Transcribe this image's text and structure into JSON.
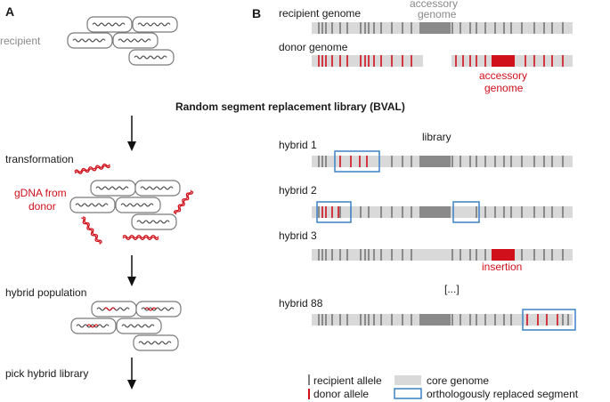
{
  "panels": {
    "a": "A",
    "b": "B"
  },
  "title": "Random segment replacement library (BVAL)",
  "left": {
    "recipient": "recipient",
    "transformation": "transformation",
    "gdna_line1": "gDNA from",
    "gdna_line2": "donor",
    "hybrid_population": "hybrid population",
    "pick_library": "pick hybrid library"
  },
  "right": {
    "recipient_genome": "recipient genome",
    "accessory_top_line1": "accessory",
    "accessory_top_line2": "genome",
    "donor_genome": "donor genome",
    "accessory_bottom_line1": "accessory",
    "accessory_bottom_line2": "genome",
    "library": "library",
    "hybrids": [
      "hybrid 1",
      "hybrid 2",
      "hybrid 3",
      "hybrid 88"
    ],
    "insertion": "insertion",
    "ellipsis": "[...]"
  },
  "legend": {
    "recipient_allele": "recipient allele",
    "donor_allele": "donor allele",
    "core_genome": "core genome",
    "orthologous": "orthologously replaced segment"
  },
  "colors": {
    "donor": "#d0101b",
    "recipient": "#555555",
    "core": "#d9d9d9",
    "accessory": "#8a8a8a",
    "replaced_box": "#3b82c4"
  }
}
